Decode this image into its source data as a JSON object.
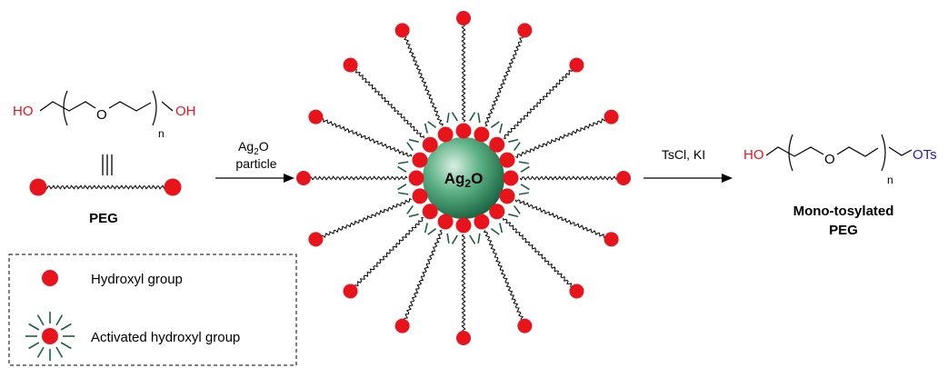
{
  "colors": {
    "hydroxyl": "#e8141c",
    "tosylate": "#1a1ae6",
    "bond": "#000000",
    "sphere_light": "#d9f0e2",
    "sphere_mid": "#3e9f6e",
    "sphere_dark": "#14603d",
    "activation_ray": "#1b5e3f"
  },
  "peg": {
    "ho_left": "HO",
    "oxygen": "O",
    "oh_right": "OH",
    "repeat_n": "n",
    "equivalence_symbol": "|||",
    "label": "PEG"
  },
  "step1": {
    "reagent_line1": "Ag",
    "reagent_sub": "2",
    "reagent_line1_tail": "O",
    "reagent_line2": "particle"
  },
  "particle": {
    "label_main": "Ag",
    "label_sub": "2",
    "label_tail": "O",
    "chain_count": 16
  },
  "step2": {
    "reagent": "TsCl, KI"
  },
  "product": {
    "ho": "HO",
    "oxygen": "O",
    "ots": "OTs",
    "repeat_n": "n",
    "label_line1": "Mono-tosylated",
    "label_line2": "PEG"
  },
  "legend": {
    "items": [
      {
        "icon": "red-dot",
        "label": "Hydroxyl group"
      },
      {
        "icon": "activated-red-dot",
        "label": "Activated hydroxyl group"
      }
    ]
  }
}
